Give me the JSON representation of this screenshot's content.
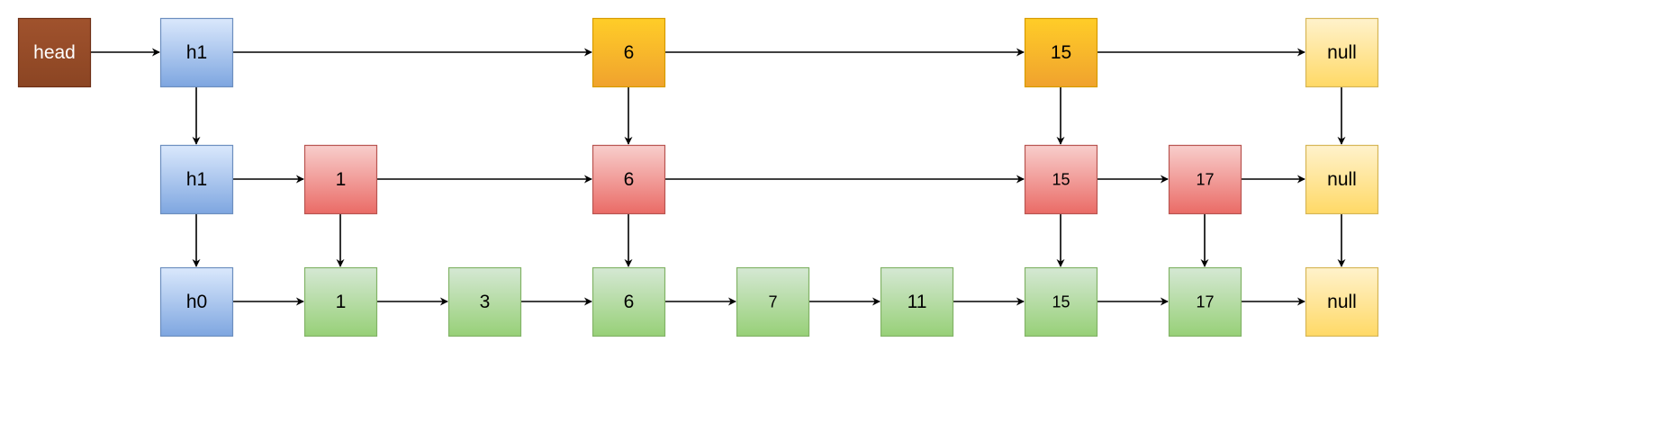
{
  "diagram": {
    "colors": {
      "head": {
        "top": "#a0522d",
        "bottom": "#8b4523",
        "stroke": "#6d2e14"
      },
      "index": {
        "top": "#dae8fc",
        "bottom": "#7ea6e0",
        "stroke": "#6c8ebf"
      },
      "level2": {
        "top": "#ffcd28",
        "bottom": "#f0a22e",
        "stroke": "#d79b00"
      },
      "level1": {
        "top": "#f8cecc",
        "bottom": "#ea6b66",
        "stroke": "#b85450"
      },
      "level0": {
        "top": "#d5e8d4",
        "bottom": "#97d077",
        "stroke": "#82b366"
      },
      "null": {
        "top": "#fff2cc",
        "bottom": "#ffd966",
        "stroke": "#d6b656"
      },
      "arrow": "#000000"
    },
    "nodes": [
      {
        "id": "head",
        "label": "head",
        "style": "head",
        "row": 0,
        "col": 0
      },
      {
        "id": "h1-top",
        "label": "h1",
        "style": "index",
        "row": 0,
        "col": 1
      },
      {
        "id": "top-6",
        "label": "6",
        "style": "level2",
        "row": 0,
        "col": 4
      },
      {
        "id": "top-15",
        "label": "15",
        "style": "level2",
        "row": 0,
        "col": 7
      },
      {
        "id": "top-null",
        "label": "null",
        "style": "null",
        "row": 0,
        "col": 9
      },
      {
        "id": "h1-mid",
        "label": "h1",
        "style": "index",
        "row": 1,
        "col": 1
      },
      {
        "id": "mid-1",
        "label": "1",
        "style": "level1",
        "row": 1,
        "col": 2
      },
      {
        "id": "mid-6",
        "label": "6",
        "style": "level1",
        "row": 1,
        "col": 4
      },
      {
        "id": "mid-15",
        "label": "15",
        "style": "level1",
        "row": 1,
        "col": 7,
        "small": true
      },
      {
        "id": "mid-17",
        "label": "17",
        "style": "level1",
        "row": 1,
        "col": 8,
        "small": true
      },
      {
        "id": "mid-null",
        "label": "null",
        "style": "null",
        "row": 1,
        "col": 9
      },
      {
        "id": "h0",
        "label": "h0",
        "style": "index",
        "row": 2,
        "col": 1
      },
      {
        "id": "bot-1",
        "label": "1",
        "style": "level0",
        "row": 2,
        "col": 2
      },
      {
        "id": "bot-3",
        "label": "3",
        "style": "level0",
        "row": 2,
        "col": 3
      },
      {
        "id": "bot-6",
        "label": "6",
        "style": "level0",
        "row": 2,
        "col": 4
      },
      {
        "id": "bot-7",
        "label": "7",
        "style": "level0",
        "row": 2,
        "col": 5,
        "small": true
      },
      {
        "id": "bot-11",
        "label": "11",
        "style": "level0",
        "row": 2,
        "col": 6
      },
      {
        "id": "bot-15",
        "label": "15",
        "style": "level0",
        "row": 2,
        "col": 7,
        "small": true
      },
      {
        "id": "bot-17",
        "label": "17",
        "style": "level0",
        "row": 2,
        "col": 8,
        "small": true
      },
      {
        "id": "bot-null",
        "label": "null",
        "style": "null",
        "row": 2,
        "col": 9
      }
    ],
    "edges": [
      [
        "head",
        "h1-top"
      ],
      [
        "h1-top",
        "top-6"
      ],
      [
        "top-6",
        "top-15"
      ],
      [
        "top-15",
        "top-null"
      ],
      [
        "h1-mid",
        "mid-1"
      ],
      [
        "mid-1",
        "mid-6"
      ],
      [
        "mid-6",
        "mid-15"
      ],
      [
        "mid-15",
        "mid-17"
      ],
      [
        "mid-17",
        "mid-null"
      ],
      [
        "h0",
        "bot-1"
      ],
      [
        "bot-1",
        "bot-3"
      ],
      [
        "bot-3",
        "bot-6"
      ],
      [
        "bot-6",
        "bot-7"
      ],
      [
        "bot-7",
        "bot-11"
      ],
      [
        "bot-11",
        "bot-15"
      ],
      [
        "bot-15",
        "bot-17"
      ],
      [
        "bot-17",
        "bot-null"
      ],
      [
        "h1-top",
        "h1-mid"
      ],
      [
        "h1-mid",
        "h0"
      ],
      [
        "top-6",
        "mid-6"
      ],
      [
        "mid-6",
        "bot-6"
      ],
      [
        "top-15",
        "mid-15"
      ],
      [
        "mid-15",
        "bot-15"
      ],
      [
        "top-null",
        "mid-null"
      ],
      [
        "mid-null",
        "bot-null"
      ],
      [
        "mid-1",
        "bot-1"
      ],
      [
        "mid-17",
        "bot-17"
      ]
    ]
  }
}
